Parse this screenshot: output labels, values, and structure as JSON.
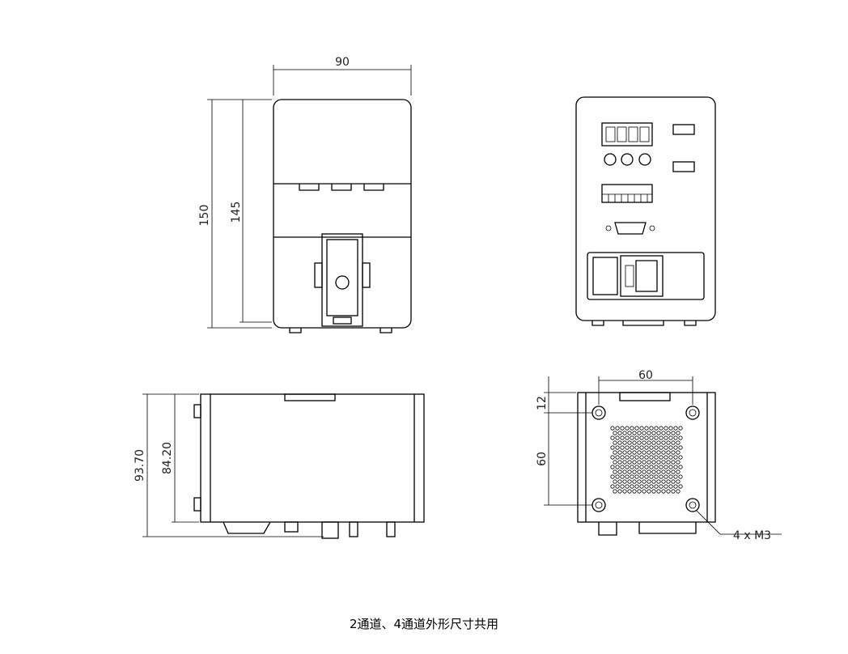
{
  "dimensions": {
    "front_width": "90",
    "front_height_total": "150",
    "front_height_body": "145",
    "side_height_total": "93.70",
    "side_height_body": "84.20",
    "bottom_hole_spacing_x": "60",
    "bottom_edge_offset": "12",
    "bottom_hole_spacing_y": "60",
    "hole_callout": "4 x  M3"
  },
  "caption": "2通道、4通道外形尺寸共用"
}
